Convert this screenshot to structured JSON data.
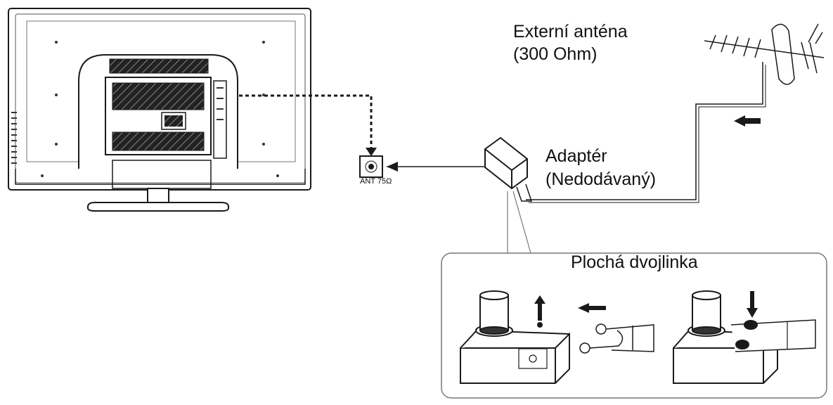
{
  "labels": {
    "antenna_line1": "Externí anténa",
    "antenna_line2": "(300 Ohm)",
    "adapter_line1": "Adaptér",
    "adapter_line2": "(Nedodávaný)",
    "twinlead": "Plochá dvojlinka",
    "socket": "ANT 75Ω"
  },
  "colors": {
    "line": "#1a1a1a",
    "fill_dark": "#2a2a2a",
    "panel_border": "#777777"
  }
}
